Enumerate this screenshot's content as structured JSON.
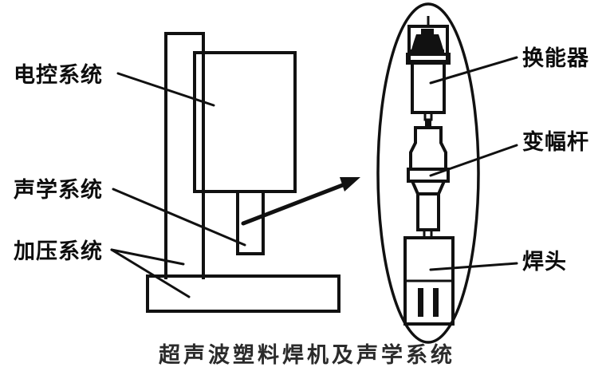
{
  "figure": {
    "caption": "超声波塑料焊机及声学系统",
    "background_color": "#ffffff",
    "ink_color": "#111111"
  },
  "left_labels": [
    {
      "id": "electrical-control-system",
      "text": "电控系统"
    },
    {
      "id": "acoustic-system",
      "text": "声学系统"
    },
    {
      "id": "pressure-system",
      "text": "加压系统"
    }
  ],
  "right_labels": [
    {
      "id": "transducer",
      "text": "换能器"
    },
    {
      "id": "horn",
      "text": "变幅杆"
    },
    {
      "id": "welding-head",
      "text": "焊头"
    }
  ],
  "machine": {
    "column": "vertical support column",
    "control_box": "electrical control cabinet",
    "ram": "pressure ram / acoustic stack housing",
    "base": "machine base table"
  },
  "detail_view": {
    "shape": "ellipse",
    "components": [
      "换能器",
      "变幅杆",
      "焊头"
    ]
  }
}
